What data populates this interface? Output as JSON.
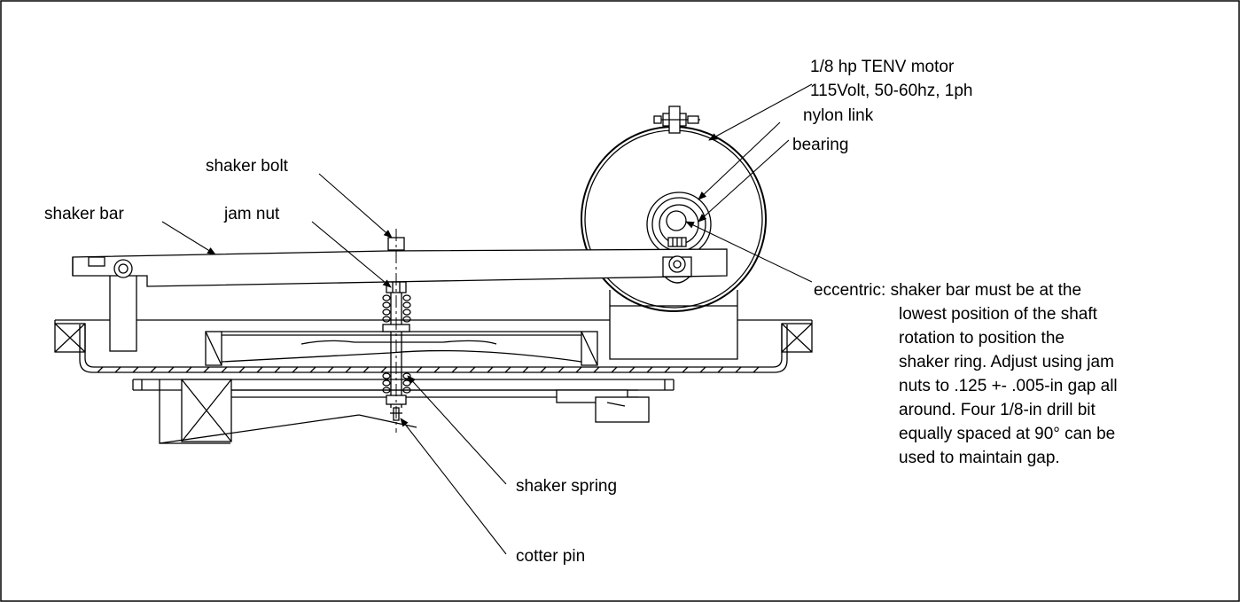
{
  "labels": {
    "motor_line1": "1/8 hp TENV motor",
    "motor_line2": "115Volt, 50-60hz, 1ph",
    "nylon_link": "nylon link",
    "bearing": "bearing",
    "shaker_bolt": "shaker bolt",
    "shaker_bar": "shaker bar",
    "jam_nut": "jam nut",
    "eccentric_line1": "eccentric: shaker bar must be at the",
    "eccentric_line2": "lowest position of the shaft",
    "eccentric_line3": "rotation to position the",
    "eccentric_line4": "shaker ring. Adjust using jam",
    "eccentric_line5": "nuts to .125 +- .005-in gap all",
    "eccentric_line6": "around. Four 1/8-in drill bit",
    "eccentric_line7": "equally spaced at 90° can be",
    "eccentric_line8": "used to maintain gap.",
    "shaker_spring": "shaker spring",
    "cotter_pin": "cotter pin"
  }
}
